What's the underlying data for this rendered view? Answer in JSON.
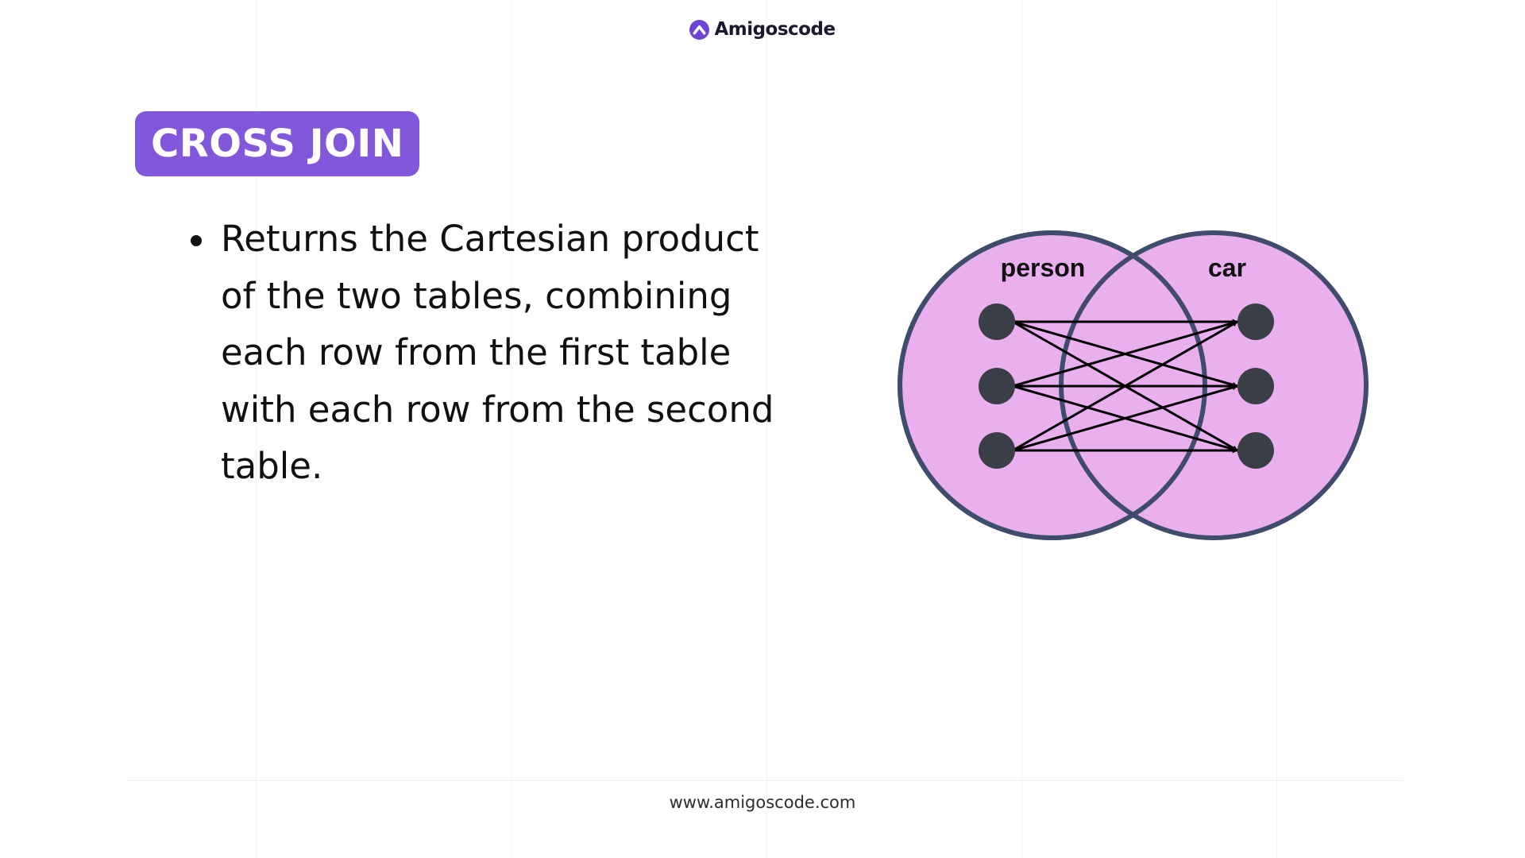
{
  "brand": {
    "name": "Amigoscode",
    "accent_color": "#6b46d6"
  },
  "title": {
    "text": "CROSS JOIN",
    "badge_color": "#8158dc"
  },
  "bullets": [
    "Returns the Cartesian product of the two tables, combining each row from the first table with each row from the second table."
  ],
  "diagram": {
    "left_label": "person",
    "right_label": "car",
    "circle_fill": "#eaafef",
    "circle_stroke": "#3f4c6b",
    "dot_color": "#3a3f46",
    "arrow_color": "#000000",
    "left_rows": 3,
    "right_rows": 3
  },
  "footer": {
    "url": "www.amigoscode.com"
  }
}
